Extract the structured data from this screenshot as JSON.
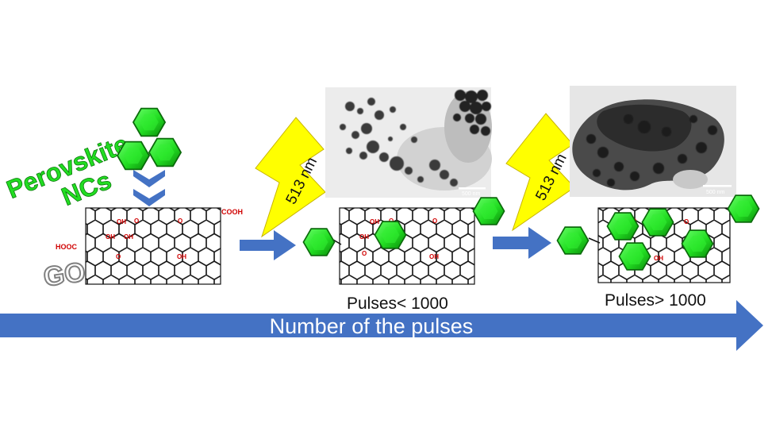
{
  "perovskite_label": "Perovskite",
  "ncs_label": "NCs",
  "go_label": "GO",
  "laser_label": "513 nm",
  "scale_bar_label": "500 nm",
  "group_labels": {
    "cooh": "COOH",
    "hooc": "HOOC",
    "oh": "OH",
    "o": "O"
  },
  "stage2_caption": "Pulses< 1000",
  "stage3_caption": "Pulses> 1000",
  "axis_label": "Number of the pulses",
  "colors": {
    "crystal_green": "#22dd22",
    "text_green": "#22dd22",
    "arrow_blue": "#4472c4",
    "lightning_yellow": "#ffff00",
    "functional_red": "#d00000"
  }
}
